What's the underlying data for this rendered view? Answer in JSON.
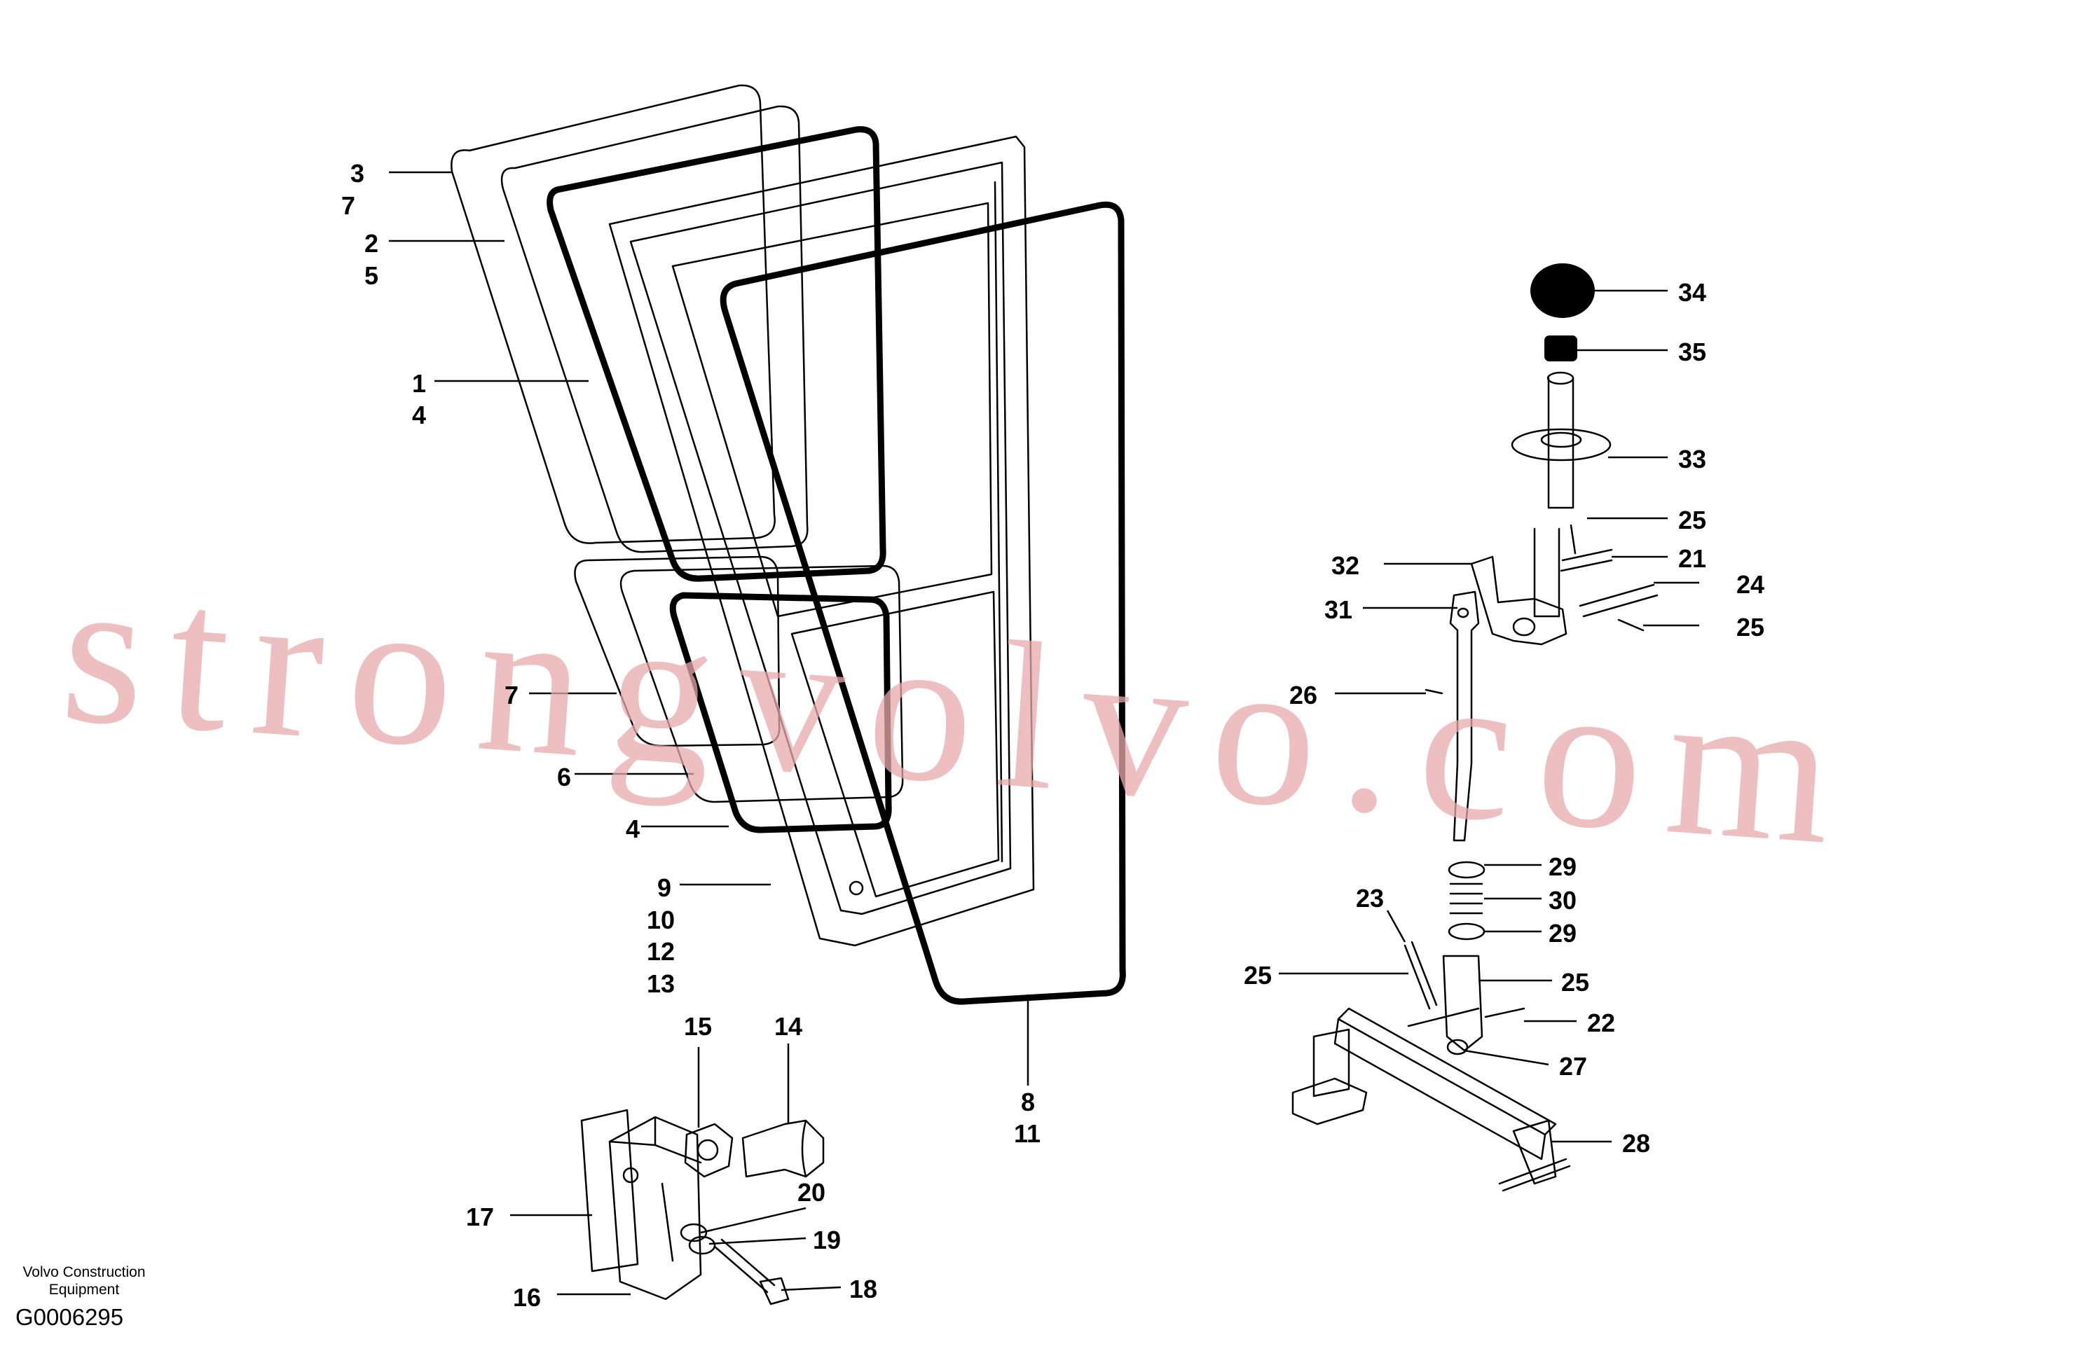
{
  "watermark": "strongvolvo.com",
  "caption": {
    "company_line1": "Volvo Construction",
    "company_line2": "Equipment",
    "figure_id": "G0006295"
  },
  "callouts": {
    "c3": "3",
    "c7a": "7",
    "c2": "2",
    "c5": "5",
    "c1": "1",
    "c4a": "4",
    "c7b": "7",
    "c6": "6",
    "c4b": "4",
    "c9": "9",
    "c10": "10",
    "c12": "12",
    "c13": "13",
    "c8": "8",
    "c11": "11",
    "c14": "14",
    "c15": "15",
    "c17": "17",
    "c16": "16",
    "c20": "20",
    "c19": "19",
    "c18": "18",
    "c34": "34",
    "c35": "35",
    "c33": "33",
    "c25a": "25",
    "c21": "21",
    "c24": "24",
    "c25b": "25",
    "c32": "32",
    "c31": "31",
    "c26": "26",
    "c29a": "29",
    "c30": "30",
    "c29b": "29",
    "c23": "23",
    "c25c": "25",
    "c25d": "25",
    "c22": "22",
    "c27": "27",
    "c28": "28"
  }
}
